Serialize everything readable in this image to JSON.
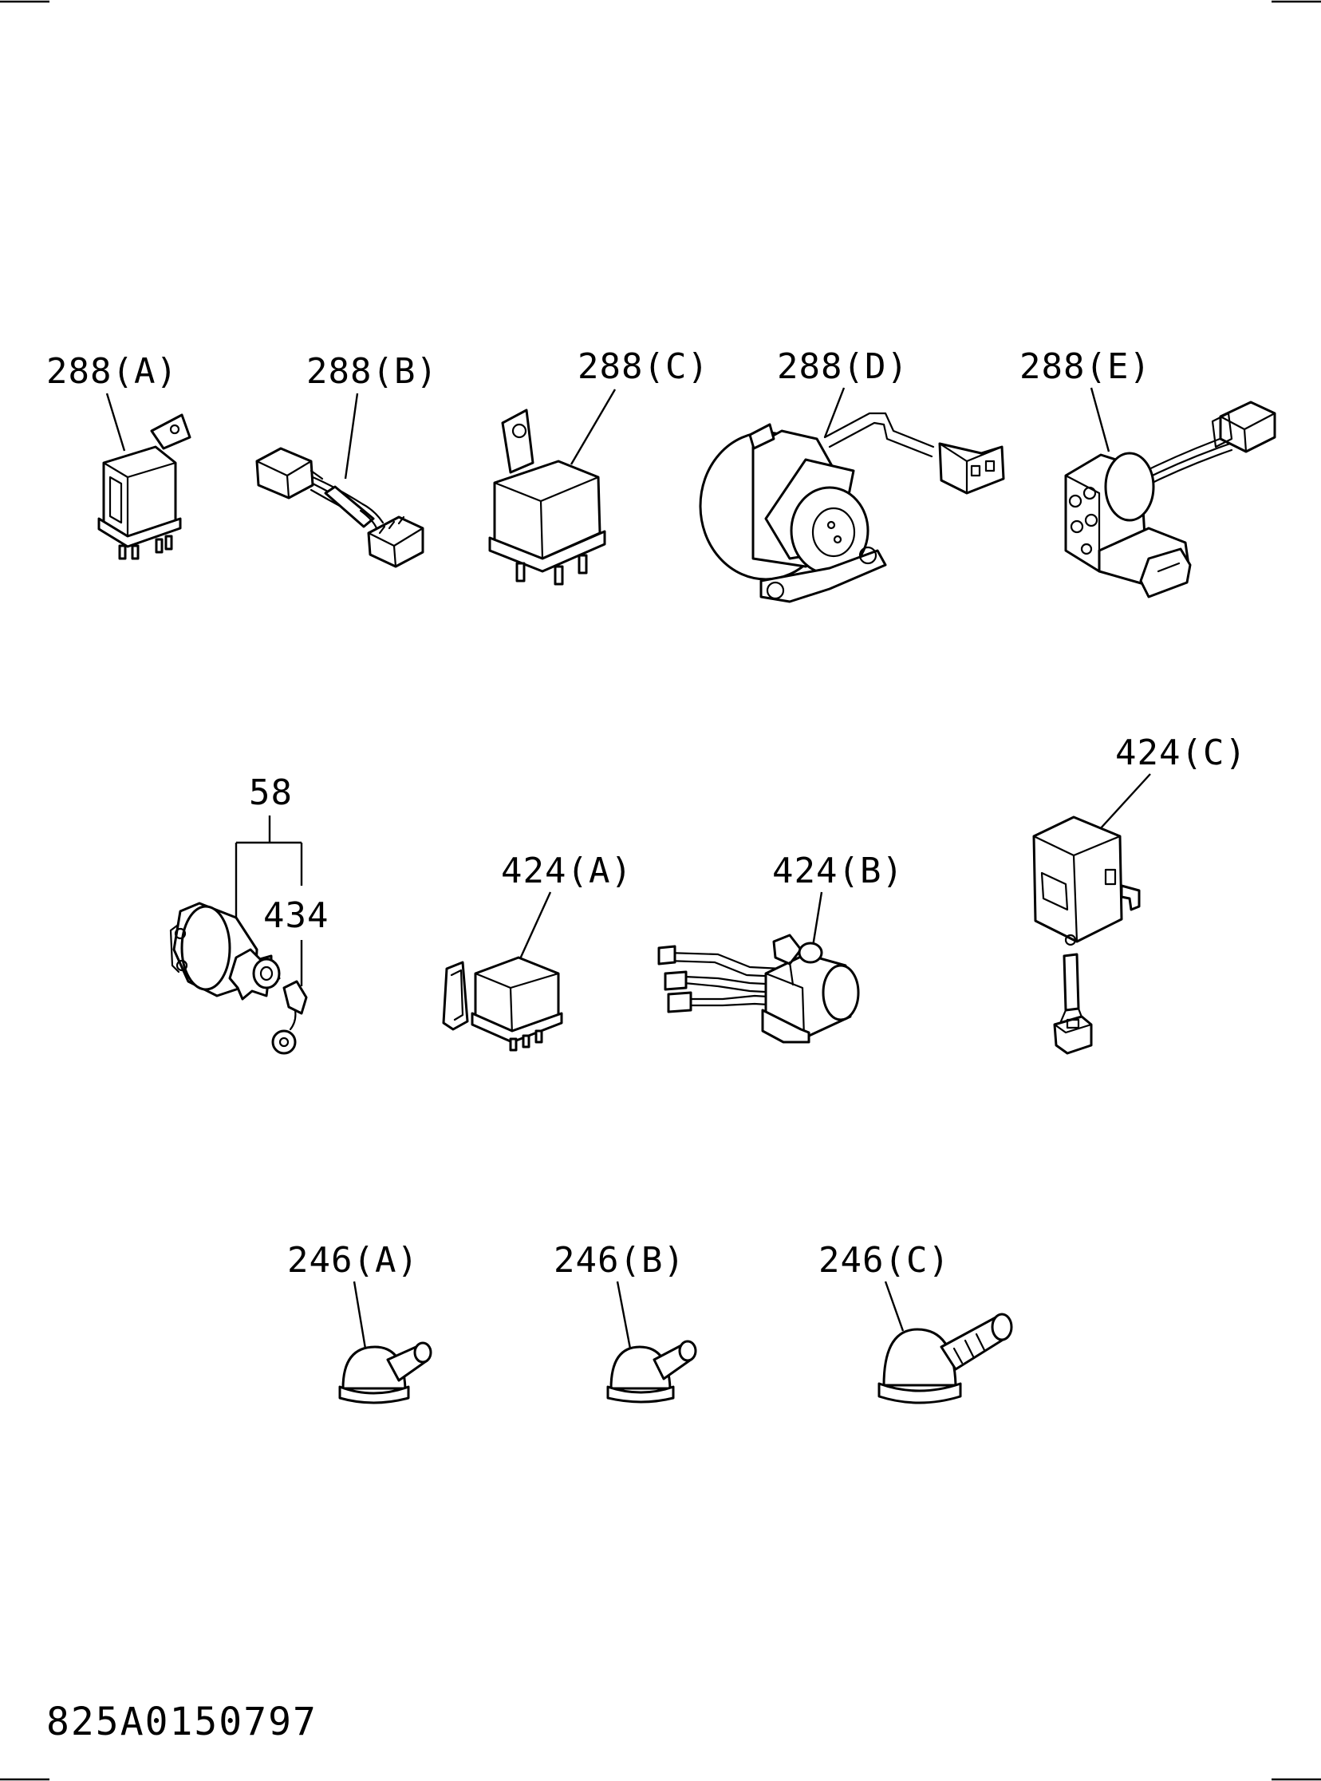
{
  "drawing_number": "825A0150797",
  "callouts": {
    "c288a": "288(A)",
    "c288b": "288(B)",
    "c288c": "288(C)",
    "c288d": "288(D)",
    "c288e": "288(E)",
    "c58": "58",
    "c434": "434",
    "c424a": "424(A)",
    "c424b": "424(B)",
    "c424c": "424(C)",
    "c246a": "246(A)",
    "c246b": "246(B)",
    "c246c": "246(C)"
  }
}
